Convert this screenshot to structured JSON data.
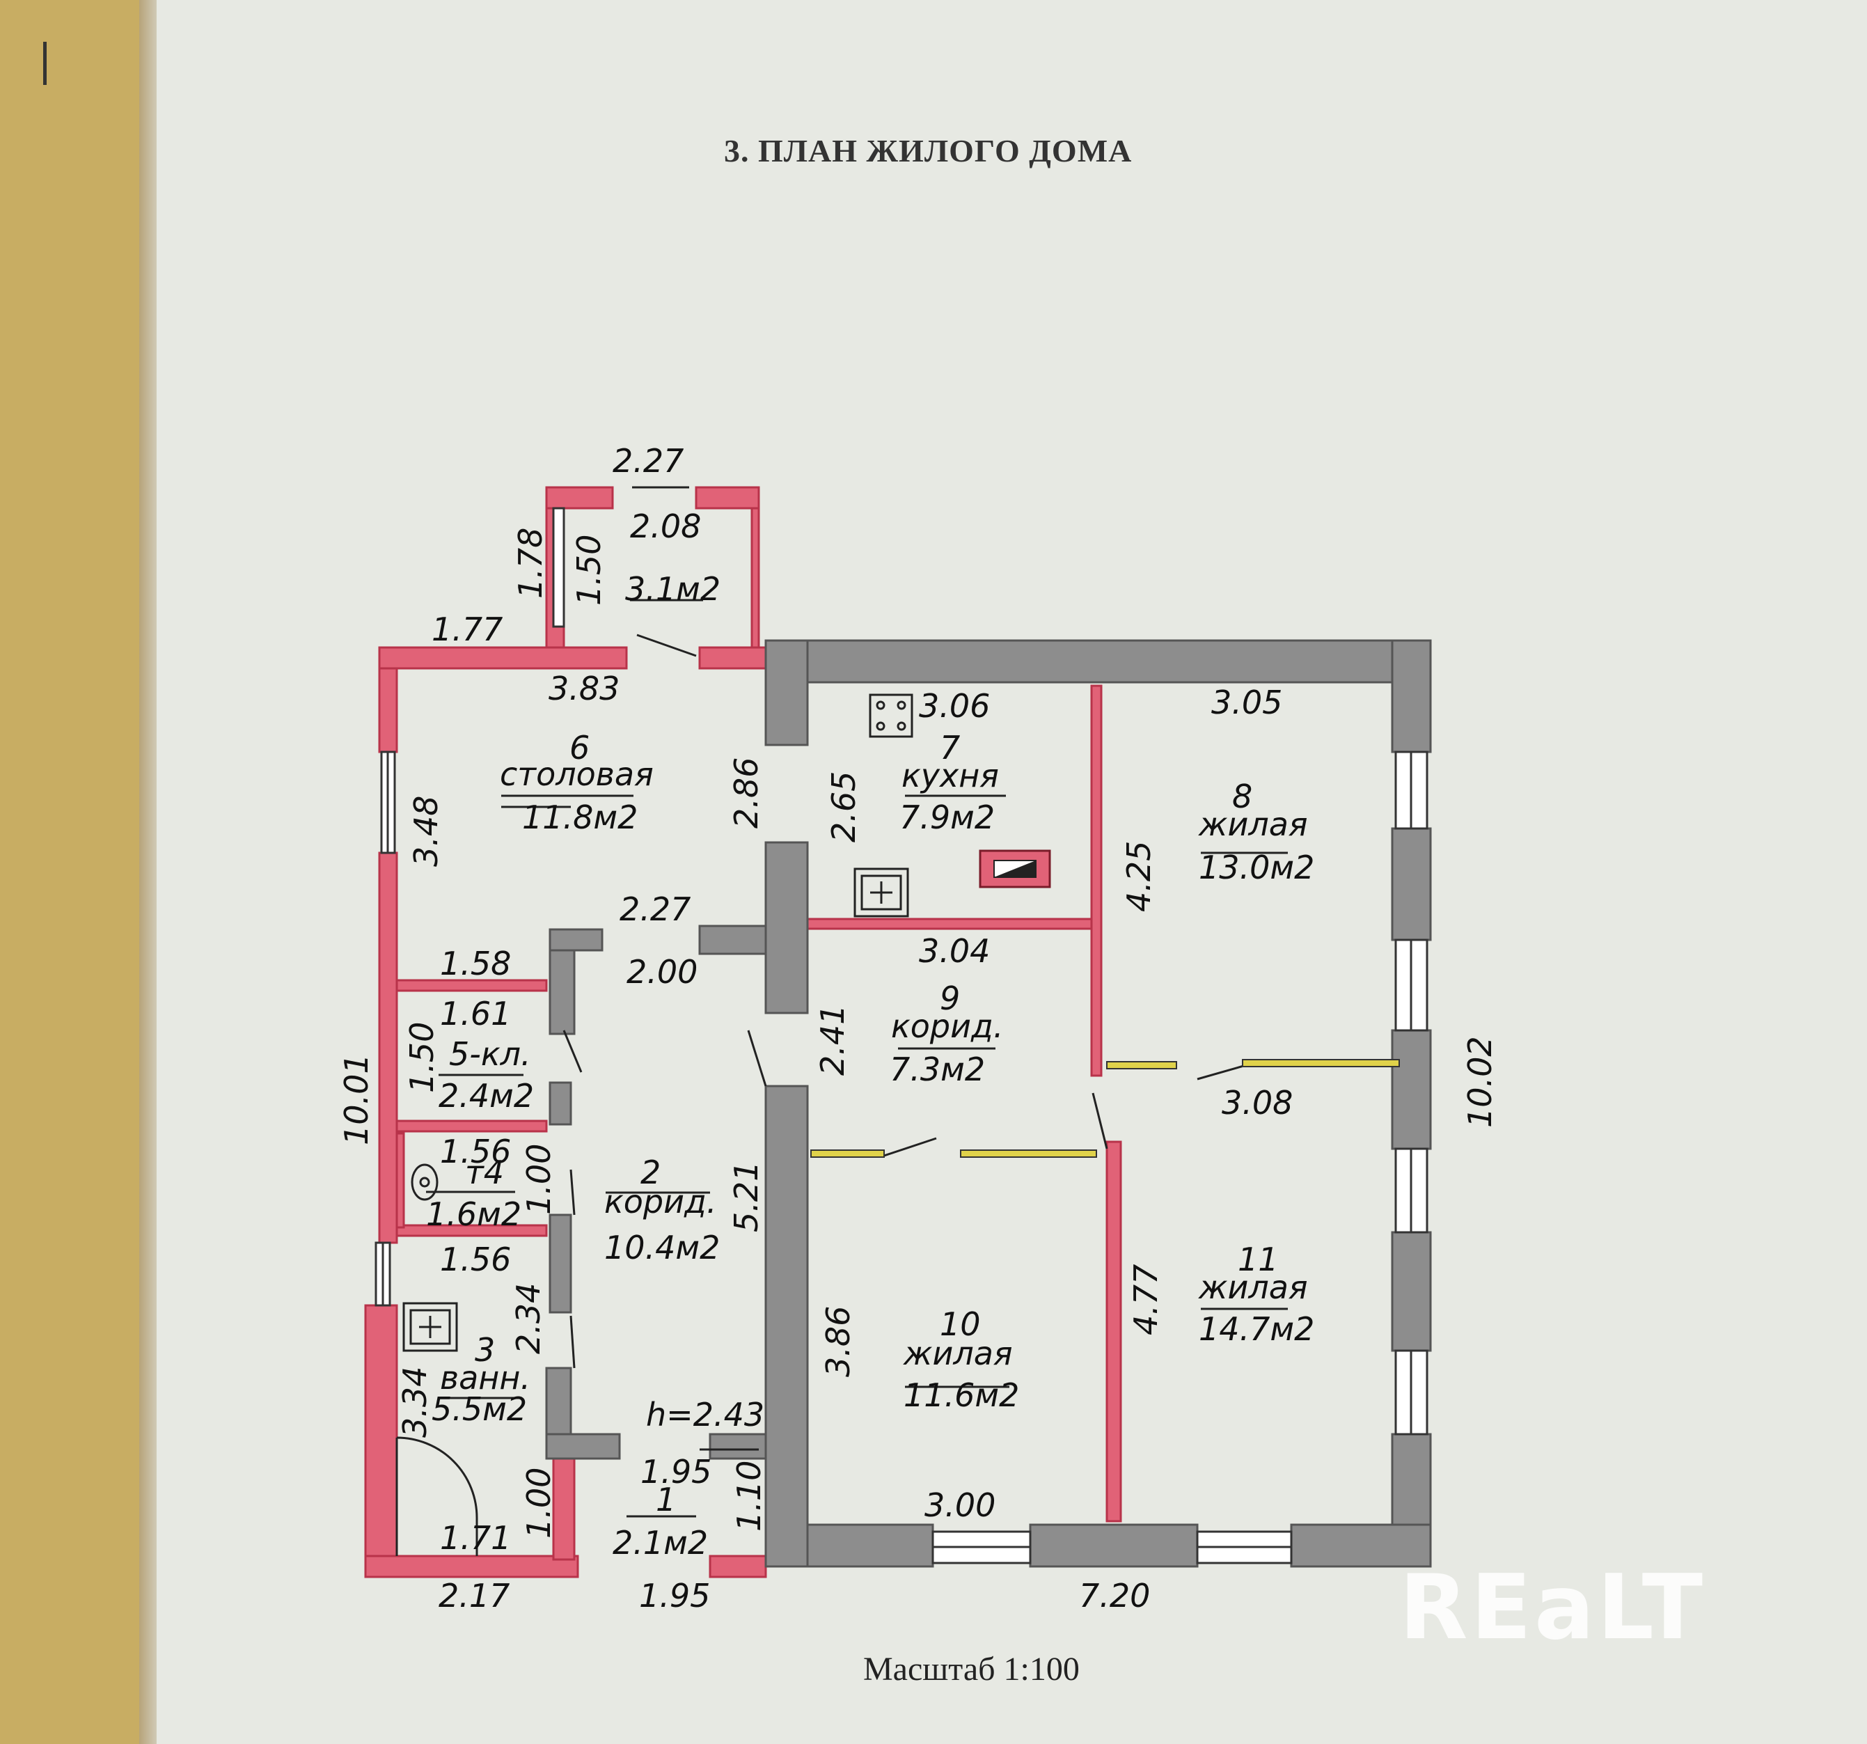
{
  "title": "3. ПЛАН ЖИЛОГО ДОМА",
  "scale": "Масштаб  1:100",
  "watermark": "REaLT",
  "colors": {
    "brick": "#e16277",
    "block": "#8d8d8d",
    "window": "#ffffff",
    "door_yellow": "#e0d24a",
    "ink": "#111111"
  },
  "rooms": [
    {
      "num": "1",
      "name": "",
      "area": "2.1м2"
    },
    {
      "num": "2",
      "name": "корид.",
      "area": "10.4м2"
    },
    {
      "num": "3",
      "name": "ванн.",
      "area": "5.5м2"
    },
    {
      "num": "",
      "name": "т4",
      "area": "1.6м2"
    },
    {
      "num": "",
      "name": "5-кл.",
      "area": "2.4м2"
    },
    {
      "num": "6",
      "name": "столовая",
      "area": "11.8м2"
    },
    {
      "num": "7",
      "name": "кухня",
      "area": "7.9м2"
    },
    {
      "num": "8",
      "name": "жилая",
      "area": "13.0м2"
    },
    {
      "num": "9",
      "name": "корид.",
      "area": "7.3м2"
    },
    {
      "num": "10",
      "name": "жилая",
      "area": "11.6м2"
    },
    {
      "num": "11",
      "name": "жилая",
      "area": "14.7м2"
    },
    {
      "num": "",
      "name": "",
      "area": "3.1м2"
    }
  ],
  "dimensions": {
    "d_2_27_top": "2.27",
    "d_2_08": "2.08",
    "d_1_78": "1.78",
    "d_1_50_top": "1.50",
    "d_1_77": "1.77",
    "d_3_83": "3.83",
    "d_3_06": "3.06",
    "d_3_05": "3.05",
    "d_3_48": "3.48",
    "d_2_86": "2.86",
    "d_2_65": "2.65",
    "d_4_25": "4.25",
    "d_2_27_mid": "2.27",
    "d_1_58": "1.58",
    "d_2_00": "2.00",
    "d_3_04": "3.04",
    "d_1_61": "1.61",
    "d_1_50_mid": "1.50",
    "d_2_41": "2.41",
    "d_10_01": "10.01",
    "d_3_08": "3.08",
    "d_10_02": "10.02",
    "d_1_56_a": "1.56",
    "d_1_00_a": "1.00",
    "d_5_21": "5.21",
    "d_1_56_b": "1.56",
    "d_2_34": "2.34",
    "d_3_86": "3.86",
    "d_4_77": "4.77",
    "d_3_34": "3.34",
    "d_h": "h=2.43",
    "d_1_95_mid": "1.95",
    "d_1_00_b": "1.00",
    "d_1_10": "1.10",
    "d_3_00": "3.00",
    "d_1_71": "1.71",
    "d_2_17": "2.17",
    "d_1_95_bot": "1.95",
    "d_7_20": "7.20"
  }
}
